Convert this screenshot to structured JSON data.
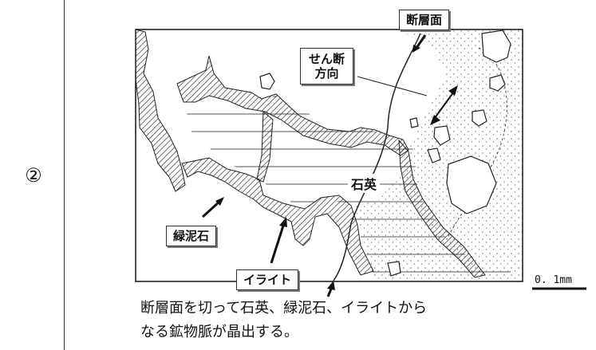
{
  "row": {
    "number": "②"
  },
  "labels": {
    "fault_plane": "断層面",
    "shear_direction_line1": "せん断",
    "shear_direction_line2": "方向",
    "quartz": "石英",
    "chlorite": "緑泥石",
    "illite": "イライト"
  },
  "scale": {
    "text": "0. 1mm"
  },
  "caption": {
    "line1": "断層面を切って石英、緑泥石、イライトから",
    "line2": "なる鉱物脈が晶出する。"
  }
}
